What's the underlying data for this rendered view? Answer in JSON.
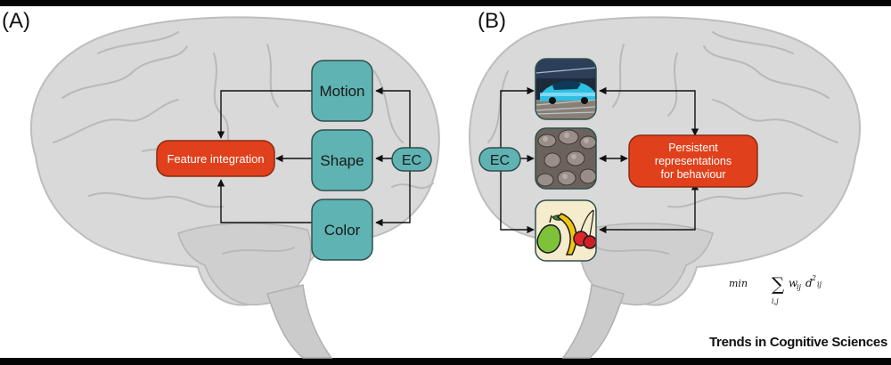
{
  "panels": {
    "a": {
      "letter": "(A)",
      "features": [
        "Motion",
        "Shape",
        "Color"
      ],
      "ec": "EC",
      "integration": "Feature integration"
    },
    "b": {
      "letter": "(B)",
      "ec": "EC",
      "images": [
        "speeding-car-image",
        "textured-surface-image",
        "fruit-illustration-image"
      ],
      "representation": [
        "Persistent",
        "representations",
        "for behaviour"
      ]
    }
  },
  "formula": {
    "min": "min",
    "sum": "∑",
    "sub": "i,j",
    "w": "w",
    "w_sub": "ij",
    "d": "d",
    "d_sup": "2",
    "d_sub": "ij"
  },
  "credit": "Trends in Cognitive Sciences",
  "colors": {
    "teal": "#5fb3b3",
    "teal_dark": "#2f4f4f",
    "orange": "#e0401c",
    "orange_dark": "#8c2a14",
    "brain": "#d7d7d7",
    "brain_fold": "#b9b9b9",
    "frame": "#050505"
  }
}
